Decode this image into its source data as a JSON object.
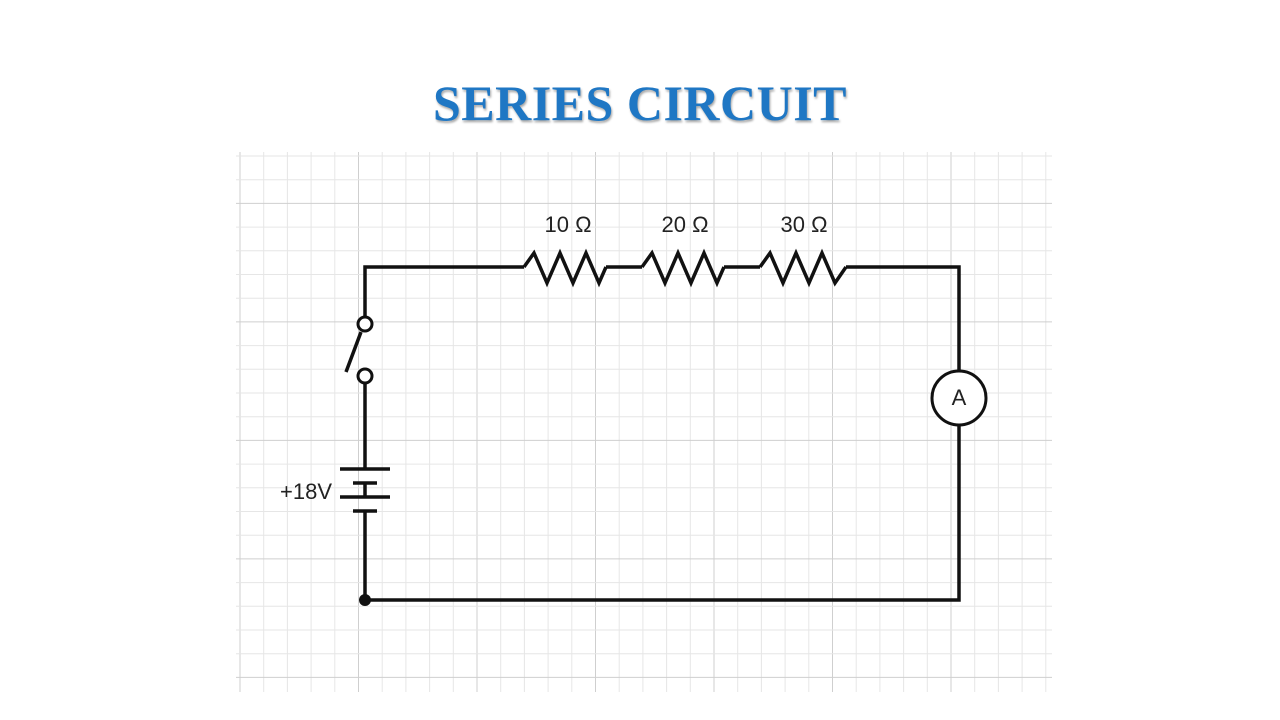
{
  "title": "SERIES CIRCUIT",
  "colors": {
    "title": "#1f77c4",
    "wire": "#111111",
    "grid_minor": "#e6e6e6",
    "grid_major": "#cfcfcf"
  },
  "circuit": {
    "resistors": [
      {
        "label": "10 Ω"
      },
      {
        "label": "20 Ω"
      },
      {
        "label": "30 Ω"
      }
    ],
    "battery": {
      "label": "+18V"
    },
    "ammeter": {
      "symbol": "A"
    },
    "switch": {
      "state": "open"
    }
  }
}
